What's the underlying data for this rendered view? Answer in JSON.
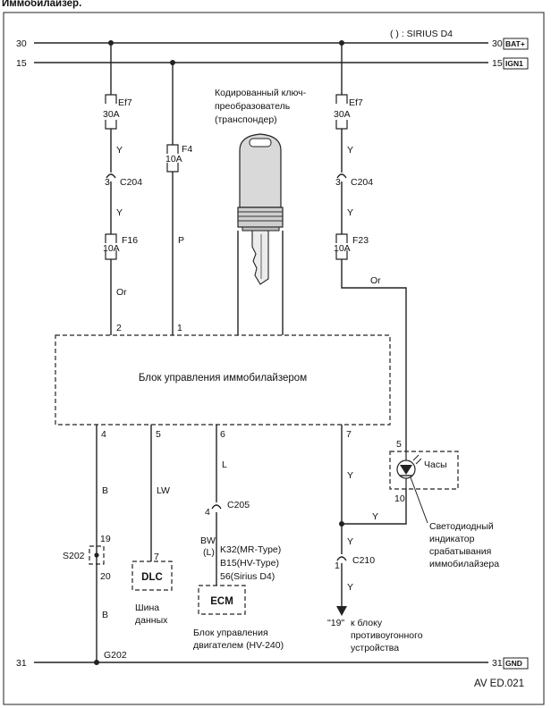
{
  "header_text": "Иммобилайзер.",
  "note": "( ) : SIRIUS D4",
  "rails": {
    "top_left": "30",
    "top_right": "30",
    "top_tag": "BAT+",
    "second_left": "15",
    "second_right": "15",
    "second_tag": "IGN1",
    "bottom_left": "31",
    "bottom_right": "31",
    "bottom_tag": "GND"
  },
  "left_fuse_chain": {
    "fuse1_name": "Ef7",
    "fuse1_rating": "30A",
    "wire1": "Y",
    "connector1_pin": "3",
    "connector1_name": "C204",
    "wire2": "Y",
    "fuse2_name": "F16",
    "fuse2_rating": "10A",
    "wire3": "Or"
  },
  "ign_fuse": {
    "name": "F4",
    "rating": "10A",
    "wire": "P"
  },
  "right_fuse_chain": {
    "fuse1_name": "Ef7",
    "fuse1_rating": "30A",
    "wire1": "Y",
    "connector1_pin": "3",
    "connector1_name": "C204",
    "wire2": "Y",
    "fuse2_name": "F23",
    "fuse2_rating": "10A",
    "wire3": "Or"
  },
  "transponder_label": [
    "Кодированный ключ-",
    "преобразователь",
    "(транспондер)"
  ],
  "control_unit": {
    "label": "Блок управления иммобилайзером",
    "pin_top_1": "2",
    "pin_top_2": "1",
    "pin_bottom_1": "4",
    "pin_bottom_2": "5",
    "pin_bottom_3": "6",
    "pin_bottom_4": "7"
  },
  "lower_wires": {
    "b1": "B",
    "b2": "B",
    "lw": "LW",
    "l": "L",
    "y1": "Y",
    "y2": "Y",
    "y3": "Y",
    "y4": "Y",
    "bw": "BW",
    "bw_sirius": "(L)"
  },
  "splice": {
    "name": "S202",
    "pin_top": "19",
    "pin_bottom": "20"
  },
  "ground": "G202",
  "dlc": {
    "pin": "7",
    "box": "DLC",
    "caption": [
      "Шина",
      "данных"
    ]
  },
  "ecm": {
    "connector_pin": "4",
    "connector_name": "C205",
    "pins": [
      "K32(MR-Type)",
      "B15(HV-Type)",
      "56(Sirius D4)"
    ],
    "box": "ECM",
    "caption": [
      "Блок управления",
      "двигателем (HV-240)"
    ]
  },
  "clock": {
    "label": "Часы",
    "pin_top": "5",
    "pin_bottom": "10"
  },
  "led_caption": [
    "Светодиодный",
    "индикатор",
    "срабатывания",
    "иммобилайзера"
  ],
  "c210": {
    "pin": "1",
    "name": "C210"
  },
  "theft": {
    "pin": "\"19\"",
    "caption": [
      "к блоку",
      "противоугонного",
      "устройства"
    ]
  },
  "footer": "AV ED.021"
}
